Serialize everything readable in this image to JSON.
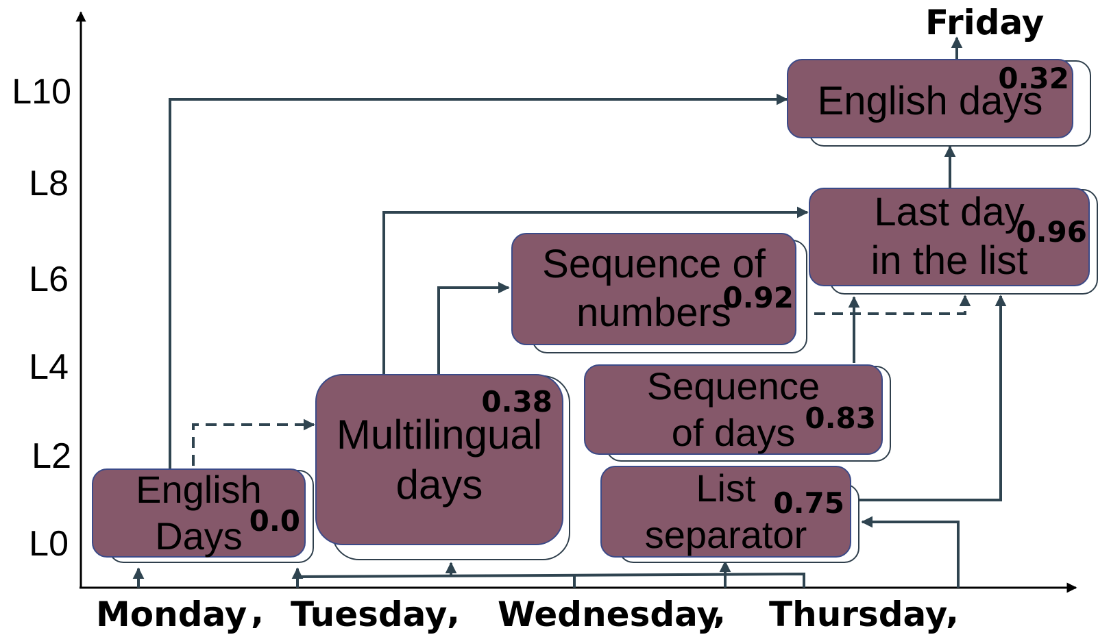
{
  "y_axis": {
    "ticks": [
      "L10",
      "L8",
      "L6",
      "L4",
      "L2",
      "L0"
    ]
  },
  "x_axis": {
    "tokens": [
      "Monday",
      ",",
      "Tuesday",
      ",",
      "Wednesday",
      ",",
      "Thursday",
      ","
    ]
  },
  "output_token": "Friday",
  "nodes": [
    {
      "id": "english-days-l0",
      "line1": "English",
      "line2": "Days",
      "score": "0.0"
    },
    {
      "id": "multilingual-days",
      "line1": "Multilingual",
      "line2": "days",
      "score": "0.38"
    },
    {
      "id": "list-separator",
      "line1": "List",
      "line2": "separator",
      "score": "0.75"
    },
    {
      "id": "sequence-of-days",
      "line1": "Sequence",
      "line2": "of days",
      "score": "0.83"
    },
    {
      "id": "sequence-of-numbers",
      "line1": "Sequence of",
      "line2": "numbers",
      "score": "0.92"
    },
    {
      "id": "last-day-in-list",
      "line1": "Last day",
      "line2": "in the list",
      "score": "0.96"
    },
    {
      "id": "english-days-l10",
      "line1": "English days",
      "line2": "",
      "score": "0.32"
    }
  ],
  "colors": {
    "node_fill": "#85586a",
    "node_border": "#3b4a88",
    "edge": "#2f4450",
    "axis": "#000000"
  }
}
